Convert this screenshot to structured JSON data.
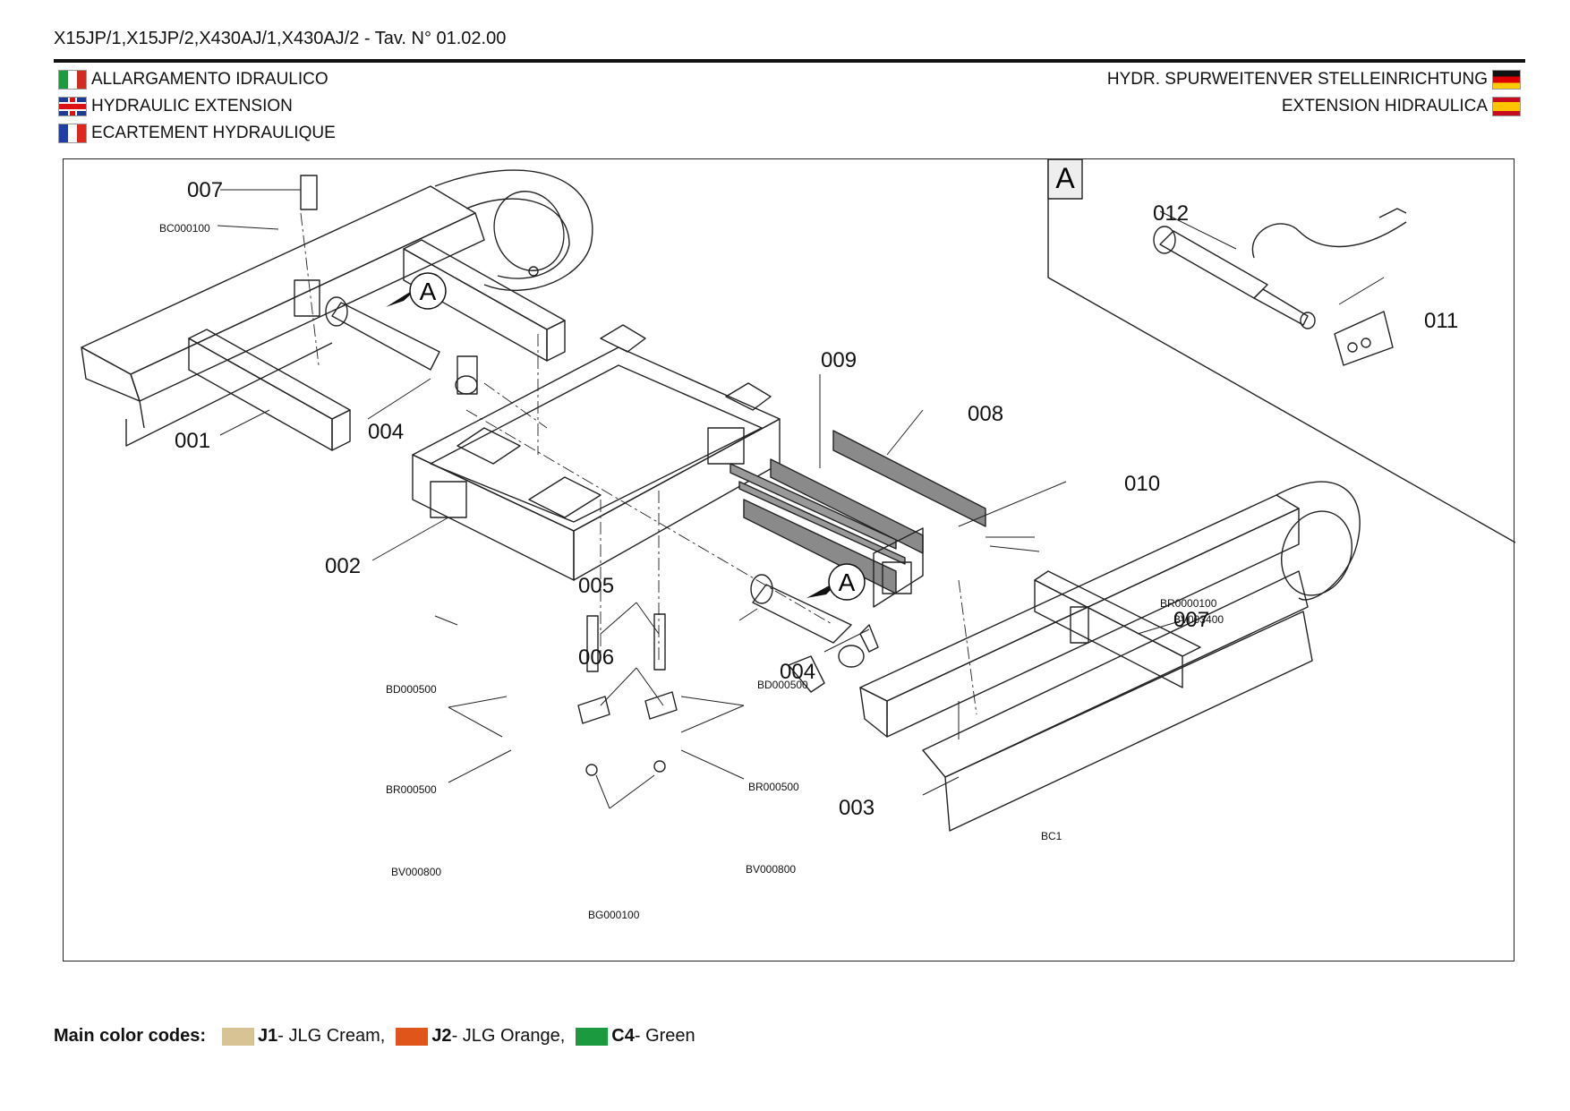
{
  "header": {
    "title": "X15JP/1,X15JP/2,X430AJ/1,X430AJ/2 - Tav. N° 01.02.00"
  },
  "languages": {
    "it": "ALLARGAMENTO IDRAULICO",
    "en": "HYDRAULIC EXTENSION",
    "fr": "ECARTEMENT HYDRAULIQUE",
    "de": "HYDR. SPURWEITENVER STELLEINRICHTUNG",
    "es": "EXTENSION HIDRAULICA"
  },
  "diagram": {
    "detail_label": "A",
    "callouts": {
      "p001": "001",
      "p002": "002",
      "p003": "003",
      "p004a": "004",
      "p004b": "004",
      "p005": "005",
      "p006": "006",
      "p007a": "007",
      "p007b": "007",
      "p008": "008",
      "p009": "009",
      "p010": "010",
      "p011": "011",
      "p012": "012"
    },
    "codes": {
      "bc000100": "BC000100",
      "bd000500a": "BD000500",
      "bd000500b": "BD000500",
      "br000500a": "BR000500",
      "br000500b": "BR000500",
      "bv000800a": "BV000800",
      "bv000800b": "BV000800",
      "bg000100": "BG000100",
      "br0000100": "BR0000100",
      "bv003400": "BV003400",
      "bc1": "BC1"
    }
  },
  "footer": {
    "label": "Main color codes:",
    "colors": [
      {
        "code": "J1",
        "name": " - JLG Cream,",
        "hex": "#d8c394"
      },
      {
        "code": "J2",
        "name": " - JLG Orange,",
        "hex": "#e0561a"
      },
      {
        "code": "C4",
        "name": " - Green",
        "hex": "#1b9a3f"
      }
    ]
  }
}
